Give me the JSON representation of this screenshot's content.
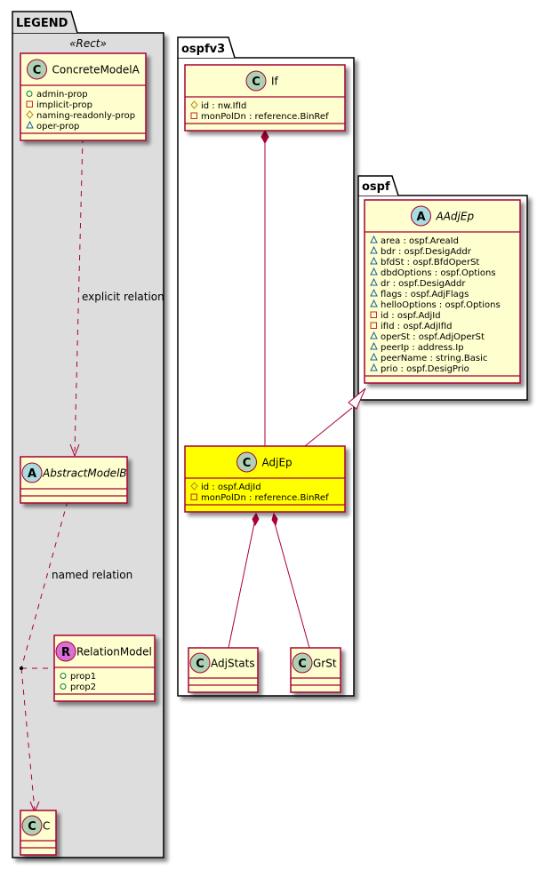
{
  "colors": {
    "class_fill": "#FEFECE",
    "class_border": "#A80036",
    "highlight_fill": "#FFFF00",
    "legend_bg": "#DDDDDD",
    "spot_class": "#ADD1B2",
    "spot_abstract": "#A9DCDF",
    "spot_relation": "#DA70D6",
    "vis_public": "#038048",
    "vis_private": "#C82930",
    "vis_protected": "#B38D22",
    "vis_package": "#1963A0"
  },
  "packages": {
    "legend": {
      "name": "LEGEND",
      "stereotype": "«Rect»"
    },
    "ospfv3": {
      "name": "ospfv3"
    },
    "ospf": {
      "name": "ospf"
    }
  },
  "classes": {
    "concrete_model_a": {
      "spot": "C",
      "name": "ConcreteModelA",
      "attributes": [
        {
          "vis": "public",
          "text": "admin-prop"
        },
        {
          "vis": "private",
          "text": "implicit-prop"
        },
        {
          "vis": "protected",
          "text": "naming-readonly-prop"
        },
        {
          "vis": "package",
          "text": "oper-prop"
        }
      ]
    },
    "abstract_model_b": {
      "spot": "A",
      "name": "AbstractModelB"
    },
    "relation_model": {
      "spot": "R",
      "name": "RelationModel",
      "attributes": [
        {
          "vis": "public",
          "text": "prop1"
        },
        {
          "vis": "public",
          "text": "prop2"
        }
      ]
    },
    "c": {
      "spot": "C",
      "name": "C"
    },
    "if": {
      "spot": "C",
      "name": "If",
      "attributes": [
        {
          "vis": "protected",
          "text": "id : nw.IfId"
        },
        {
          "vis": "private",
          "text": "monPolDn : reference.BinRef"
        }
      ]
    },
    "adjep": {
      "spot": "C",
      "name": "AdjEp",
      "attributes": [
        {
          "vis": "protected",
          "text": "id : ospf.AdjId"
        },
        {
          "vis": "private",
          "text": "monPolDn : reference.BinRef"
        }
      ]
    },
    "adjstats": {
      "spot": "C",
      "name": "AdjStats"
    },
    "grst": {
      "spot": "C",
      "name": "GrSt"
    },
    "aadjep": {
      "spot": "A",
      "name": "AAdjEp",
      "attributes": [
        {
          "vis": "package",
          "text": "area : ospf.AreaId"
        },
        {
          "vis": "package",
          "text": "bdr : ospf.DesigAddr"
        },
        {
          "vis": "package",
          "text": "bfdSt : ospf.BfdOperSt"
        },
        {
          "vis": "package",
          "text": "dbdOptions : ospf.Options"
        },
        {
          "vis": "package",
          "text": "dr : ospf.DesigAddr"
        },
        {
          "vis": "package",
          "text": "flags : ospf.AdjFlags"
        },
        {
          "vis": "package",
          "text": "helloOptions : ospf.Options"
        },
        {
          "vis": "private",
          "text": "id : ospf.AdjId"
        },
        {
          "vis": "private",
          "text": "ifId : ospf.AdjIfId"
        },
        {
          "vis": "package",
          "text": "operSt : ospf.AdjOperSt"
        },
        {
          "vis": "package",
          "text": "peerIp : address.Ip"
        },
        {
          "vis": "package",
          "text": "peerName : string.Basic"
        },
        {
          "vis": "package",
          "text": "prio : ospf.DesigPrio"
        }
      ]
    }
  },
  "relations": {
    "explicit": {
      "label": "explicit relation"
    },
    "named": {
      "label": "named relation"
    }
  }
}
